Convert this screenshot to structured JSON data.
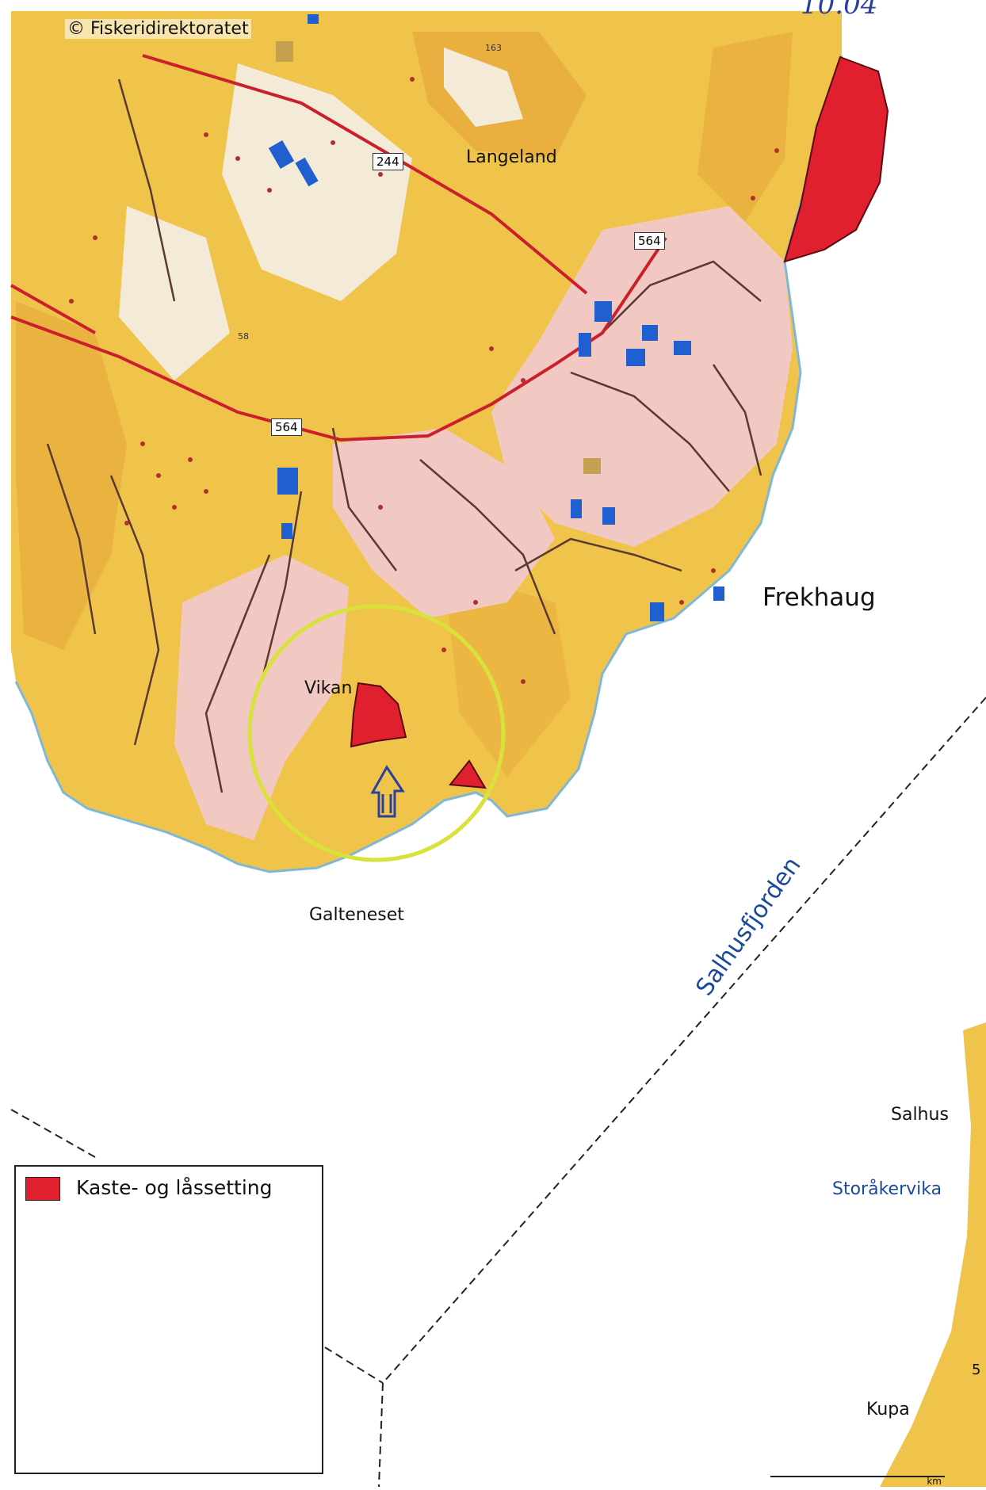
{
  "copyright": "© Fiskeridirektoratet",
  "handwriting": "10.04",
  "places": {
    "langeland": "Langeland",
    "frekhaug": "Frekhaug",
    "vikan": "Vikan",
    "galteneset": "Galteneset",
    "salhus": "Salhus",
    "storakervika": "Storåkervika",
    "kupa": "Kupa",
    "salhusfjorden": "Salhusfjorden"
  },
  "roads": {
    "r244": "244",
    "r564_north": "564",
    "r564_west": "564"
  },
  "spot_heights": {
    "h163": "163",
    "h58": "58"
  },
  "edge_fragments": {
    "right_edge_number": "5",
    "scale_unit": "km"
  },
  "legend": {
    "items": [
      {
        "label": "Kaste- og låssetting",
        "color": "#e0202e"
      }
    ]
  },
  "colors": {
    "land": "#f0c44a",
    "land_dark": "#e6a83a",
    "built_up": "#f2c9c2",
    "open_area": "#f3ead8",
    "water": "#ffffff",
    "road": "#cc1f2e",
    "building": "#1f5fcf",
    "fishing_zone": "#e0202e",
    "ring": "#d8e23a"
  }
}
